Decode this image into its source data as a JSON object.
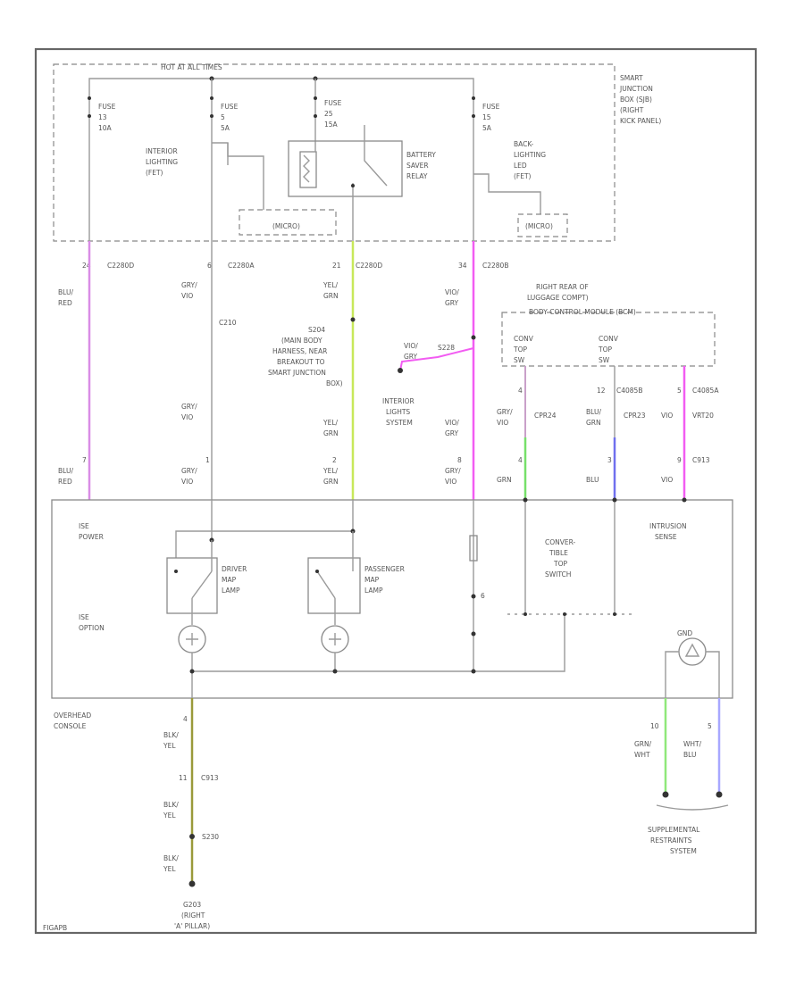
{
  "colors": {
    "blu_red": "#d98de6",
    "yel_grn": "#c8e85a",
    "vio_gry": "#f25cf2",
    "grn": "#77e06a",
    "blu": "#7070ee",
    "vio": "#f25cf2",
    "gry_vio": "#c9a0c9",
    "blk_yel": "#9a9a3a",
    "grn_wht": "#8fe87a",
    "wht_blu": "#a8a8ff"
  },
  "labels": {
    "hot_at_all_times": "HOT AT ALL TIMES",
    "sjb": [
      "SMART",
      "JUNCTION",
      "BOX (SJB)",
      "(RIGHT",
      "KICK PANEL)"
    ],
    "fuse1": [
      "FUSE",
      "13",
      "10A"
    ],
    "fuse2": [
      "FUSE",
      "5",
      "5A"
    ],
    "fuse3": [
      "FUSE",
      "25",
      "15A"
    ],
    "fuse4": [
      "FUSE",
      "15",
      "5A"
    ],
    "interior_lighting": [
      "INTERIOR",
      "LIGHTING",
      "(FET)"
    ],
    "battery_saver": [
      "BATTERY",
      "SAVER",
      "RELAY"
    ],
    "backlighting": [
      "BACK-",
      "LIGHTING",
      "LED",
      "(FET)"
    ],
    "micro": "(MICRO)",
    "micro2": "(MICRO)",
    "c1_pin": "24",
    "c1": "C2280D",
    "c2_pin": "6",
    "c2": "C2280A",
    "c3_pin": "21",
    "c3": "C2280D",
    "c4_pin": "34",
    "c4": "C2280B",
    "blu_red": [
      "BLU/",
      "RED"
    ],
    "gry_vio": [
      "GRY/",
      "VIO"
    ],
    "c210": "C210",
    "yel_grn": [
      "YEL/",
      "GRN"
    ],
    "s204": [
      "S204",
      "(MAIN BODY",
      "HARNESS, NEAR",
      "BREAKOUT TO",
      "SMART JUNCTION",
      "BOX)"
    ],
    "vio_gry": [
      "VIO/",
      "GRY"
    ],
    "s228": "S228",
    "interior_lights": [
      "INTERIOR",
      "LIGHTS",
      "SYSTEM"
    ],
    "right_rear": [
      "RIGHT REAR OF",
      "LUGGAGE COMPT)"
    ],
    "bcm": "BODY CONTROL MODULE (BCM)",
    "conv_top": [
      "CONV",
      "TOP",
      "SW"
    ],
    "conv_top2": [
      "CONV",
      "TOP",
      "SW"
    ],
    "c4_pin_bcm": "4",
    "c4_bcm": "C4085B",
    "c12_pin_bcm": "12",
    "c12_bcm": "C4085A",
    "gry_vio_bcm": [
      "GRY/",
      "VIO"
    ],
    "cp02a": "CPR24",
    "blu_grn": [
      "BLU/",
      "GRN"
    ],
    "cpr23": "CPR23",
    "vio_grn": "VIO",
    "vio_text": "VRT20",
    "p4": "4",
    "grn": "GRN",
    "p3": "3",
    "blu": "BLU",
    "p5": "5",
    "vio": "VIO",
    "c913": "C913",
    "blu_red_b": [
      "BLU/",
      "RED"
    ],
    "p1": "1",
    "p2": "2",
    "p7": "7",
    "gry_vio_b": [
      "GRY/",
      "VIO"
    ],
    "gry_vio_c": [
      "GRY/",
      "VIO"
    ],
    "yel_grn_b": [
      "YEL/",
      "GRN"
    ],
    "yel_grn_c": [
      "YEL/",
      "GRN"
    ],
    "vio_gry_b": [
      "VIO/",
      "GRY"
    ],
    "vio_gry_c": [
      "VIO/",
      "GRY"
    ],
    "gry_vio_d": [
      "GRY/",
      "VIO"
    ],
    "p8": "8",
    "p9": "9",
    "p6": "6",
    "ise_power": [
      "ISE",
      "POWER"
    ],
    "ise_option": [
      "ISE",
      "OPTION"
    ],
    "driver_map": [
      "DRIVER",
      "MAP",
      "LAMP"
    ],
    "pass_map": [
      "PASSENGER",
      "MAP",
      "LAMP"
    ],
    "conv_switch": [
      "CONVER-",
      "TIBLE",
      "TOP",
      "SWITCH"
    ],
    "intrusion": [
      "INTRUSION",
      "SENSE"
    ],
    "gnd_lbl": "GND",
    "overhead": [
      "OVERHEAD",
      "CONSOLE"
    ],
    "blk_yel": [
      "BLK/",
      "YEL"
    ],
    "blk_yel_b": [
      "BLK/",
      "YEL"
    ],
    "blk_yel_c": [
      "BLK/",
      "YEL"
    ],
    "p4_ovh": "4",
    "p11": "11",
    "c913b": "C913",
    "s230": "S230",
    "g203": [
      "G203",
      "(RIGHT",
      "'A' PILLAR)"
    ],
    "p10": "10",
    "grn_wht": [
      "GRN/",
      "WHT"
    ],
    "p5b": "5",
    "wht_blu": [
      "WHT/",
      "BLU"
    ],
    "srs": [
      "SUPPLEMENTAL",
      "RESTRAINTS",
      "SYSTEM"
    ],
    "footer": "FIGAPB"
  }
}
